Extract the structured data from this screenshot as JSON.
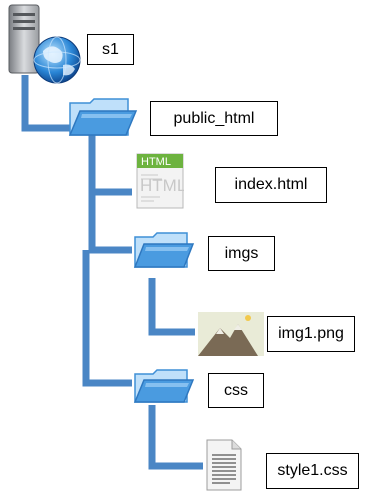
{
  "tree": {
    "server": {
      "label": "s1",
      "icon": "server-globe-icon"
    },
    "public_html": {
      "label": "public_html",
      "icon": "folder-icon"
    },
    "index_html": {
      "label": "index.html",
      "icon": "html-file-icon",
      "icon_text": "HTML"
    },
    "imgs": {
      "label": "imgs",
      "icon": "folder-icon"
    },
    "img1_png": {
      "label": "img1.png",
      "icon": "image-file-icon"
    },
    "css": {
      "label": "css",
      "icon": "folder-icon"
    },
    "style1_css": {
      "label": "style1.css",
      "icon": "text-file-icon"
    }
  },
  "colors": {
    "connector": "#4a86c5",
    "folder_light": "#a9d3f5",
    "folder_dark": "#3f8fd6"
  }
}
